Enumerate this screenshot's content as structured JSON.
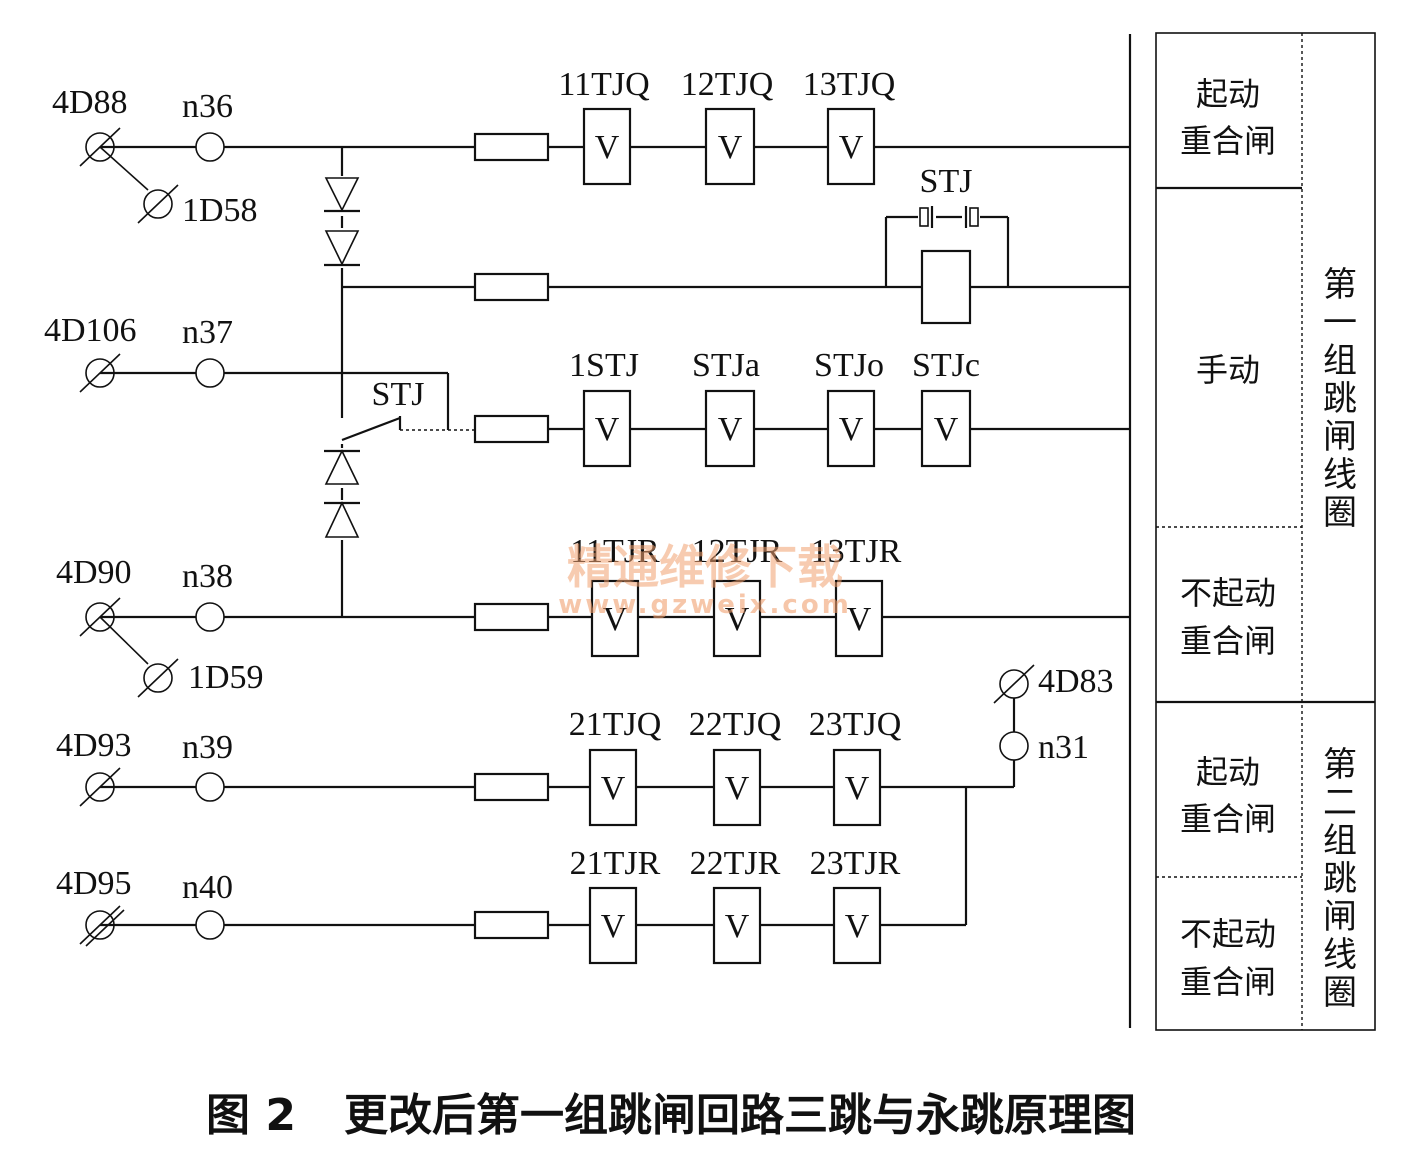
{
  "terminals": {
    "t4D88": "4D88",
    "n36": "n36",
    "t1D58": "1D58",
    "t4D106": "4D106",
    "n37": "n37",
    "t4D90": "4D90",
    "n38": "n38",
    "t1D59": "1D59",
    "t4D93": "4D93",
    "n39": "n39",
    "t4D95": "4D95",
    "n40": "n40",
    "t4D83": "4D83",
    "n31": "n31"
  },
  "relays": {
    "r11TJQ": "11TJQ",
    "r12TJQ": "12TJQ",
    "r13TJQ": "13TJQ",
    "STJ_top": "STJ",
    "STJ_contact": "STJ",
    "r1STJ": "1STJ",
    "STJa": "STJa",
    "STJo": "STJo",
    "STJc": "STJc",
    "r11TJR": "11TJR",
    "r12TJR": "12TJR",
    "r13TJR": "13TJR",
    "r21TJQ": "21TJQ",
    "r22TJQ": "22TJQ",
    "r23TJQ": "23TJQ",
    "r21TJR": "21TJR",
    "r22TJR": "22TJR",
    "r23TJR": "23TJR"
  },
  "coil_letter": "V",
  "side_table": {
    "row1": [
      "起动",
      "重合闸"
    ],
    "row2": [
      "手动"
    ],
    "row3": [
      "不起动",
      "重合闸"
    ],
    "row4": [
      "起动",
      "重合闸"
    ],
    "row5": [
      "不起动",
      "重合闸"
    ],
    "group1": [
      "第",
      "一",
      "组",
      "跳",
      "闸",
      "线",
      "圈"
    ],
    "group2": [
      "第",
      "二",
      "组",
      "跳",
      "闸",
      "线",
      "圈"
    ]
  },
  "watermark": {
    "main": "精通维修下载",
    "url": "www.gzweix.com"
  },
  "caption": {
    "fig": "图 2",
    "text": "更改后第一组跳闸回路三跳与永跳原理图"
  }
}
